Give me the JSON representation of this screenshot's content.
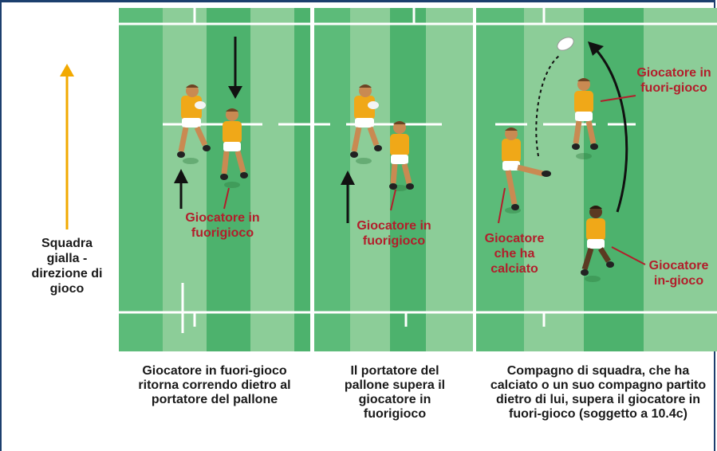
{
  "colors": {
    "pitch_dark": "#4db26d",
    "pitch_light": "#8ccd98",
    "annotation": "#b21e2b",
    "direction_arrow": "#f2a900",
    "frame": "#1c3f6e",
    "jersey": "#f0a818"
  },
  "direction": {
    "label": "Squadra gialla - direzione di gioco"
  },
  "panels": [
    {
      "annotations": [
        {
          "text": "Giocatore in fuorigioco"
        }
      ],
      "caption": "Giocatore in fuori-gioco ritorna correndo dietro al portatore del pallone"
    },
    {
      "annotations": [
        {
          "text": "Giocatore in fuorigioco"
        }
      ],
      "caption": "Il portatore del pallone supera il giocatore in fuorigioco"
    },
    {
      "annotations": [
        {
          "text": "Giocatore in fuori-gioco"
        },
        {
          "text": "Giocatore che ha calciato"
        },
        {
          "text": "Giocatore in-gioco"
        }
      ],
      "caption": "Compagno di squadra, che ha calciato o un suo compagno partito dietro di lui, supera il giocatore in fuori-gioco (soggetto a 10.4c)"
    }
  ]
}
